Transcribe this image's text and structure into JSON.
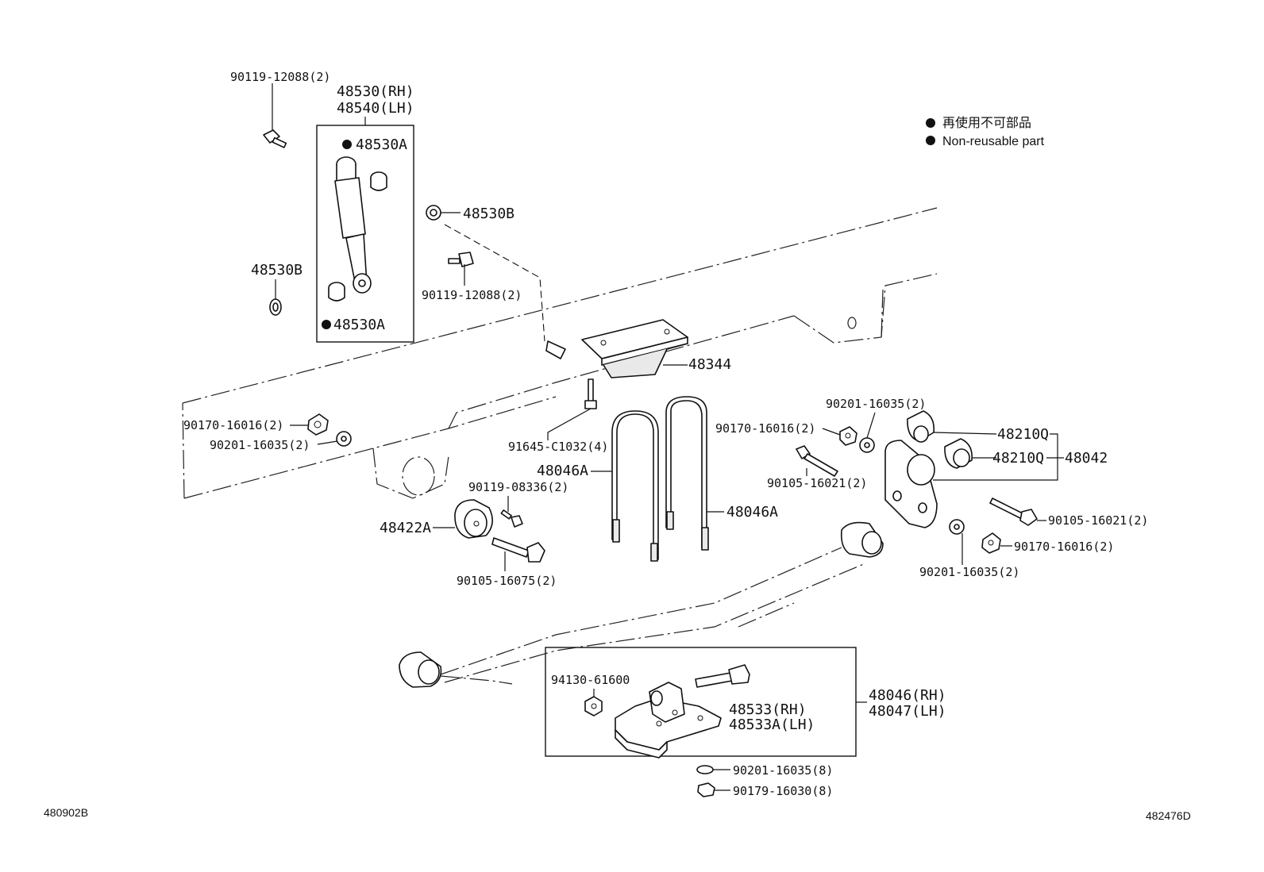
{
  "legend": {
    "line1": "再使用不可部品",
    "line2": "Non-reusable part"
  },
  "footer": {
    "left_code": "480902B",
    "right_code": "482476D"
  },
  "labels": {
    "bolt_top": "90119-12088(2)",
    "shock_rh": "48530(RH)",
    "shock_lh": "48540(LH)",
    "bushing_top": "48530A",
    "bushing_bottom": "48530A",
    "washer_right": "48530B",
    "washer_left": "48530B",
    "bolt_mid": "90119-12088(2)",
    "bracket": "48344",
    "bolt_91645": "91645-C1032(4)",
    "nut_left": "90170-16016(2)",
    "washer_left2": "90201-16035(2)",
    "ubolt_left": "48046A",
    "ubolt_right": "48046A",
    "bolt_08336": "90119-08336(2)",
    "bumper": "48422A",
    "bolt_16075": "90105-16075(2)",
    "washer_shackle_top": "90201-16035(2)",
    "nut_shackle_top": "90170-16016(2)",
    "bolt_shackle_top": "90105-16021(2)",
    "bushing_q1": "48210Q",
    "bushing_q2": "48210Q",
    "shackle": "48042",
    "bolt_shackle_right": "90105-16021(2)",
    "nut_shackle_right": "90170-16016(2)",
    "washer_shackle_bottom": "90201-16035(2)",
    "nut_94130": "94130-61600",
    "pin_rh": "48533(RH)",
    "pin_lh": "48533A(LH)",
    "hanger_rh": "48046(RH)",
    "hanger_lh": "48047(LH)",
    "washer_8": "90201-16035(8)",
    "nut_8": "90179-16030(8)"
  }
}
